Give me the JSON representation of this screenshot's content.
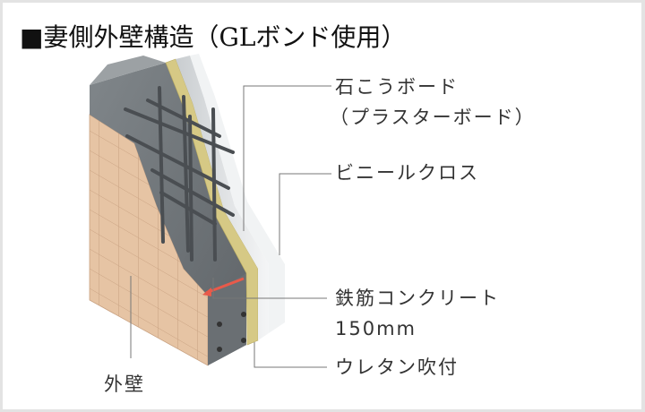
{
  "title": "■妻側外壁構造（GLボンド使用）",
  "labels": {
    "gypsum_board": "石こうボード",
    "plaster_board": "（プラスターボード）",
    "vinyl_cloth": "ビニールクロス",
    "rc": "鉄筋コンクリート",
    "rc_thickness": "150mm",
    "urethane": "ウレタン吹付",
    "exterior_wall": "外壁"
  },
  "colors": {
    "concrete": "#6e7275",
    "concrete_light": "#8a8e91",
    "tile": "#e8c7a8",
    "urethane": "#d8cc8c",
    "board": "#d9dcde",
    "arrow": "#e85a4a",
    "leader_line": "#777777"
  }
}
